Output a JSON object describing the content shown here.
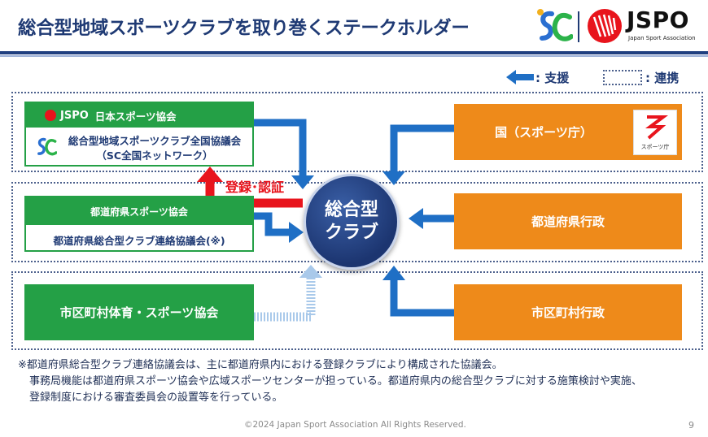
{
  "header": {
    "title": "総合型地域スポーツクラブを取り巻くステークホルダー",
    "jspo_logo_text": "JSPO",
    "jspo_logo_sub": "Japan Sport Association",
    "sc_logo_text": "SC"
  },
  "legend": {
    "support_label": ": 支援",
    "collab_label": ": 連携"
  },
  "left": {
    "jspo_org_logo": "JSPO",
    "jspo_org_name": "日本スポーツ協会",
    "sc_national_line1": "総合型地域スポーツクラブ全国協議会",
    "sc_national_line2": "（SC全国ネットワーク）",
    "pref_sports": "都道府県スポーツ協会",
    "pref_council": "都道府県総合型クラブ連絡協議会(※)",
    "municipal_sports": "市区町村体育・スポーツ協会"
  },
  "center": {
    "club_line1": "総合型",
    "club_line2": "クラブ",
    "registration_label": "登録･認証"
  },
  "right": {
    "national": "国（スポーツ庁）",
    "sports_agency_logo": "スポーツ庁",
    "prefectural_admin": "都道府県行政",
    "municipal_admin": "市区町村行政"
  },
  "note": {
    "line1": "※都道府県総合型クラブ連絡協議会は、主に都道府県内における登録クラブにより構成された協議会。",
    "line2": "事務局機能は都道府県スポーツ協会や広域スポーツセンターが担っている。都道府県内の総合型クラブに対する施策検討や実施、",
    "line3": "登録制度における審査委員会の設置等を行っている。"
  },
  "footer": {
    "copyright": "©2024 Japan Sport Association All Rights Reserved.",
    "page_number": "9"
  },
  "colors": {
    "navy": "#1f3a74",
    "green": "#24a046",
    "orange": "#ee8a1a",
    "arrow_blue": "#1f6fc5",
    "red": "#e8141c"
  }
}
